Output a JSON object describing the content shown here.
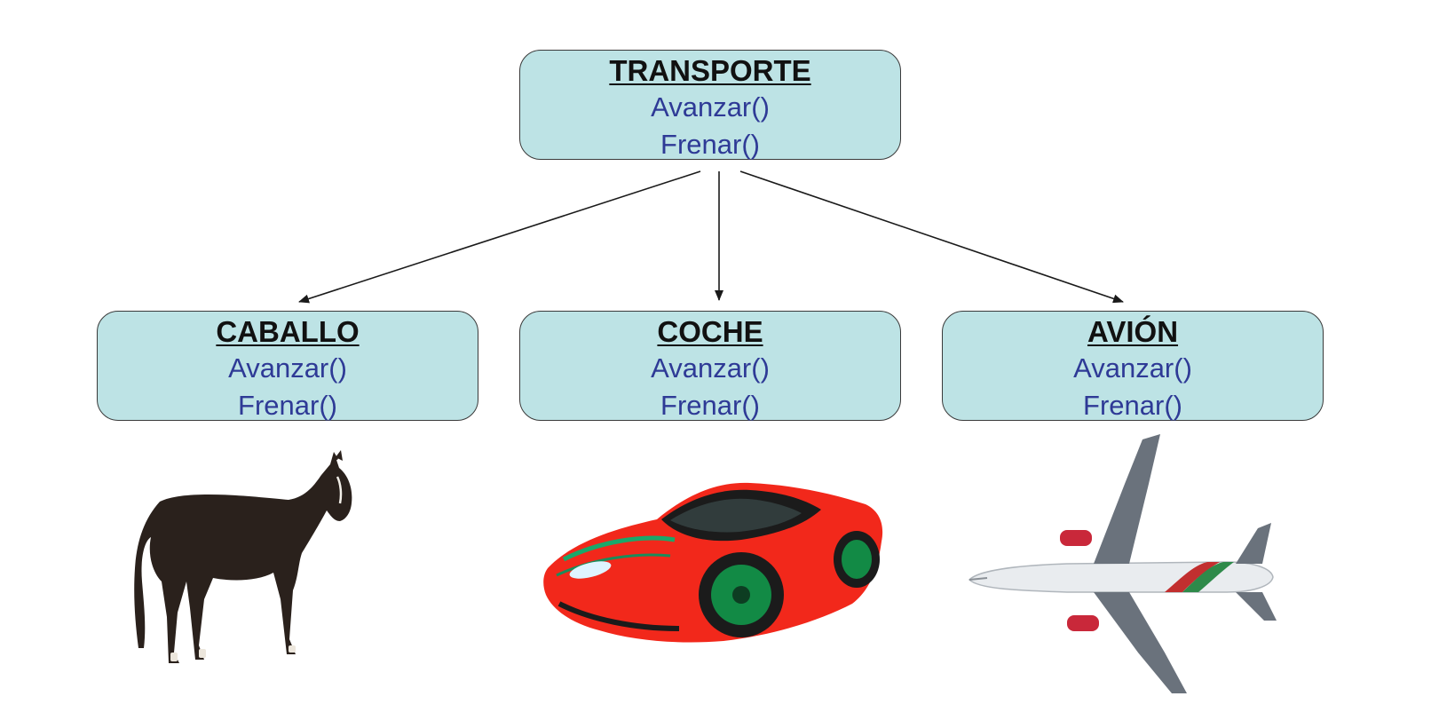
{
  "classes": {
    "transporte": {
      "name": "TRANSPORTE",
      "methods": [
        "Avanzar()",
        "Frenar()"
      ]
    },
    "caballo": {
      "name": "CABALLO",
      "methods": [
        "Avanzar()",
        "Frenar()"
      ]
    },
    "coche": {
      "name": "COCHE",
      "methods": [
        "Avanzar()",
        "Frenar()"
      ]
    },
    "avion": {
      "name": "AVIÓN",
      "methods": [
        "Avanzar()",
        "Frenar()"
      ]
    }
  },
  "colors": {
    "box_fill": "#bde3e5",
    "method_text": "#2e3a96",
    "arrow": "#1a1a1a"
  },
  "images": {
    "caballo": "horse-icon",
    "coche": "red-sports-car-icon",
    "avion": "airplane-icon"
  }
}
